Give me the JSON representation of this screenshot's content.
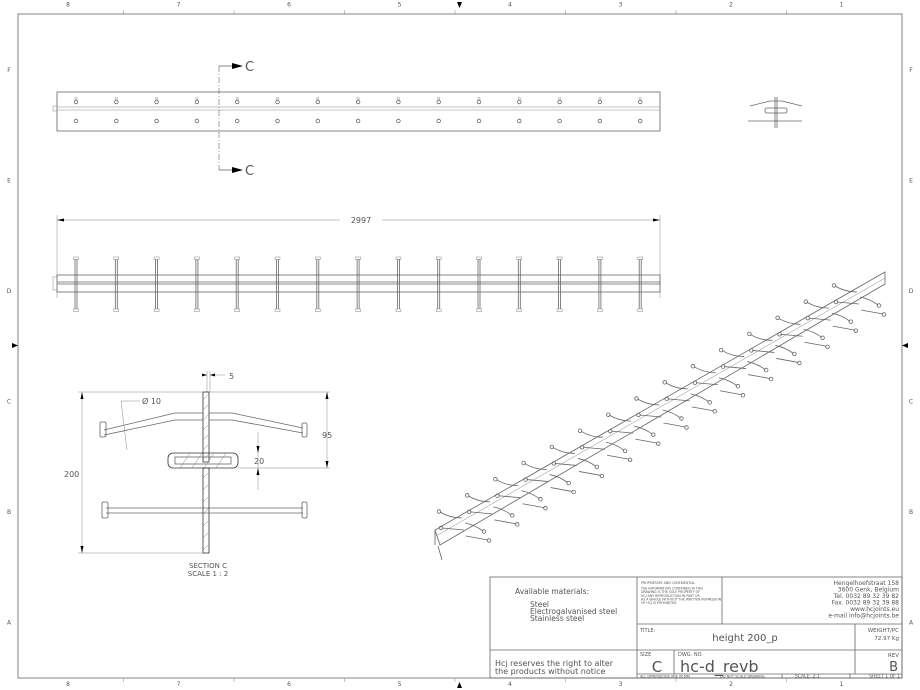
{
  "frame": {
    "columns": [
      "8",
      "7",
      "6",
      "5",
      "4",
      "3",
      "2",
      "1"
    ],
    "rows": [
      "F",
      "E",
      "D",
      "C",
      "B",
      "A"
    ]
  },
  "views": {
    "section_marker": "C",
    "overall_length": "2997",
    "section": {
      "dim_thickness": "5",
      "dim_diameter": "Ø 10",
      "dim_95": "95",
      "dim_20": "20",
      "dim_200": "200",
      "label": "SECTION C",
      "scale": "SCALE 1 : 2"
    }
  },
  "title_block": {
    "materials_heading": "Available materials:",
    "materials": [
      "Steel",
      "Electrogalvanised steel",
      "Stainless steel"
    ],
    "disclaimer": [
      "Hcj reserves the right to alter",
      "the products without notice"
    ],
    "proprietary": [
      "PROPRIETARY AND CONFIDENTIAL",
      "THE INFORMATION CONTAINED IN THIS",
      "DRAWING IS THE SOLE PROPERTY OF",
      "HCJ ANY REPRODUCTION IN PART OR",
      "AS A WHOLE WITHOUT THE WRITTEN PERMISSION",
      "OF HCJ IS PROHIBITED"
    ],
    "address": [
      "Hengelhoefstraat 158",
      "3600 Genk, Belgium",
      "Tel. 0032 89 32 39 82",
      "Fax. 0032 89 32 39 88",
      "www.hcjoints.eu",
      "e-mail info@hcjoints.be"
    ],
    "title_label": "TITLE:",
    "title": "height 200_p",
    "weight_label": "WEIGHT/PC",
    "weight": "72.97  Kg",
    "size_label": "SIZE",
    "size": "C",
    "dwg_label": "DWG. NO.",
    "dwg_no": "hc-d_revb",
    "rev_label": "REV",
    "rev": "B",
    "dimensions_note": "ALL DIMENSIONS ARE IN MM",
    "scale_note": "DO NOT SCALE DRAWING",
    "scale": "SCALE: 2:1",
    "sheet": "SHEET 1 OF 1"
  }
}
